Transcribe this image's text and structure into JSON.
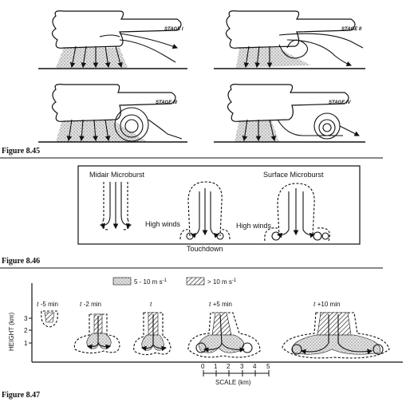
{
  "figure_8_45": {
    "caption": "Figure 8.45",
    "stages": [
      "STAGE I",
      "STAGE II",
      "STAGE III",
      "STAGE IV"
    ]
  },
  "figure_8_46": {
    "caption": "Figure 8.46",
    "midair_title": "Midair Microburst",
    "surface_title": "Surface Microburst",
    "high_winds_1": "High winds",
    "high_winds_2": "High winds",
    "touchdown": "Touchdown"
  },
  "figure_8_47": {
    "caption": "Figure 8.47",
    "legend_low": "5 - 10 m s",
    "legend_low_sup": "-1",
    "legend_high": "> 10 m s",
    "legend_high_sup": "-1",
    "y_axis_label": "HEIGHT (km)",
    "y_ticks": [
      "3",
      "2",
      "1"
    ],
    "time_labels": [
      {
        "t": "t",
        "rest": " -5 min"
      },
      {
        "t": "t",
        "rest": " -2 min"
      },
      {
        "t": "t",
        "rest": ""
      },
      {
        "t": "t",
        "rest": " +5 min"
      },
      {
        "t": "t",
        "rest": " +10 min"
      }
    ],
    "scale_ticks": [
      "0",
      "1",
      "2",
      "3",
      "4",
      "5"
    ],
    "scale_label": "SCALE (km)"
  }
}
